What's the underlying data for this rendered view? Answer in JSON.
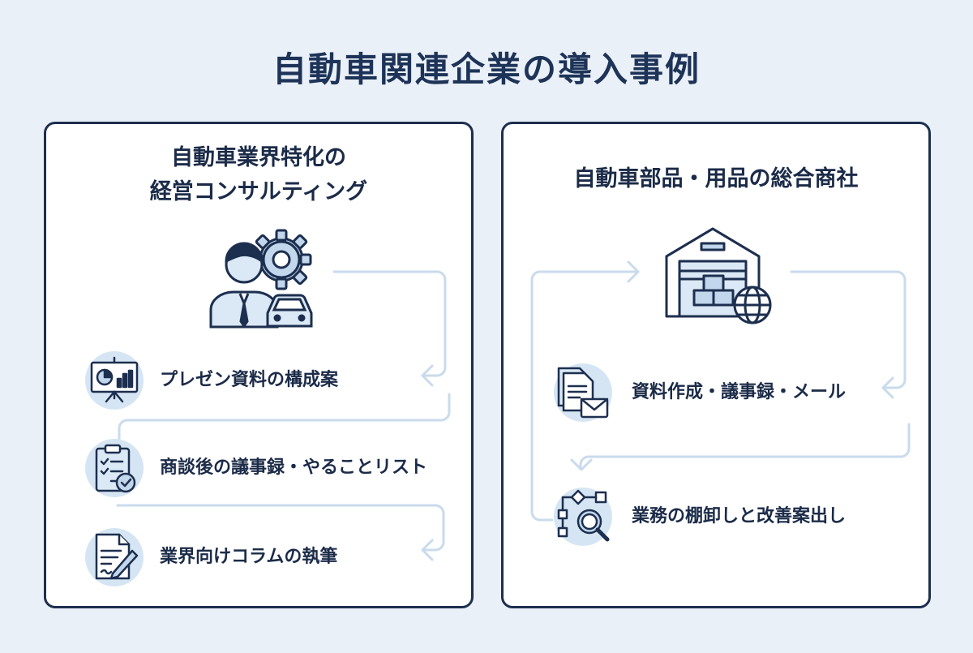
{
  "title": "自動車関連企業の導入事例",
  "left_panel": {
    "title_line1": "自動車業界特化の",
    "title_line2": "経営コンサルティング",
    "hero_icon": "consultant-gear-car-icon",
    "items": [
      {
        "label": "プレゼン資料の構成案",
        "icon": "presentation-board-icon"
      },
      {
        "label": "商談後の議事録・やることリスト",
        "icon": "clipboard-checklist-icon"
      },
      {
        "label": "業界向けコラムの執筆",
        "icon": "document-pen-icon"
      }
    ]
  },
  "right_panel": {
    "title": "自動車部品・用品の総合商社",
    "hero_icon": "warehouse-globe-icon",
    "items": [
      {
        "label": "資料作成・議事録・メール",
        "icon": "documents-mail-icon"
      },
      {
        "label": "業務の棚卸しと改善案出し",
        "icon": "flowchart-magnifier-icon"
      }
    ]
  },
  "colors": {
    "background": "#eaf0f7",
    "panel_border": "#1d2f4f",
    "title": "#1d3358",
    "icon_circle": "#d6e5f3",
    "flow_line": "#c9dbec"
  }
}
